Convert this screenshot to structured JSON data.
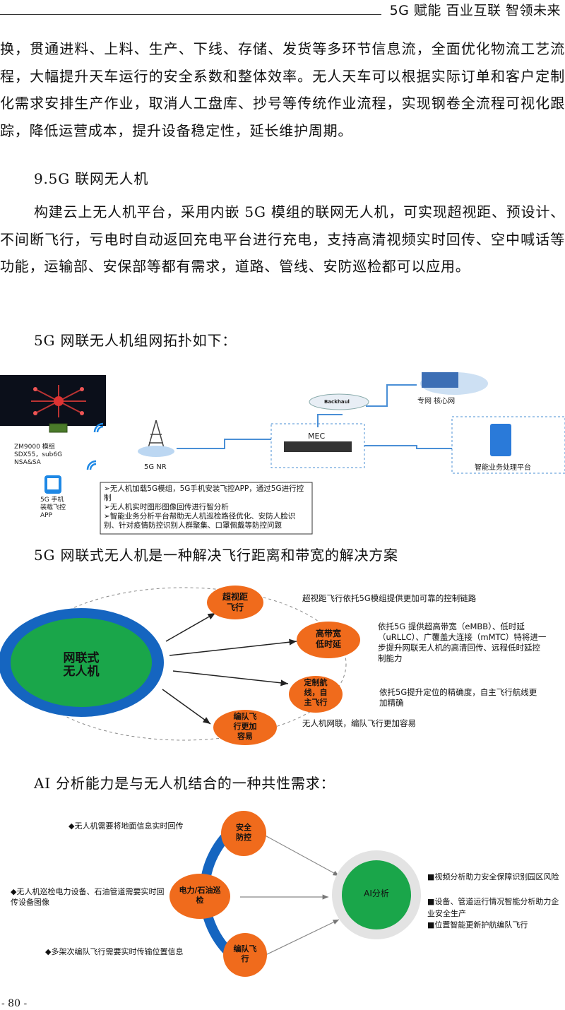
{
  "header": {
    "title": "5G 赋能 百业互联 智领未来"
  },
  "para1": "换，贯通进料、上料、生产、下线、存储、发货等多环节信息流，全面优化物流工艺流程，大幅提升天车运行的安全系数和整体效率。无人天车可以根据实际订单和客户定制化需求安排生产作业，取消人工盘库、抄号等传统作业流程，实现钢卷全流程可视化跟踪，降低运营成本，提升设备稳定性，延长维护周期。",
  "section_title": "9.5G 联网无人机",
  "para2": "构建云上无人机平台，采用内嵌 5G 模组的联网无人机，可实现超视距、预设计、不间断飞行，亏电时自动返回充电平台进行充电，支持高清视频实时回传、空中喊话等功能，运输部、安保部等都有需求，道路、管线、安防巡检都可以应用。",
  "caption1": "5G 网联无人机组网拓扑如下：",
  "topology": {
    "module_label": "ZM9000 模组\nSDX55，sub6G\nNSA&SA",
    "phone_label": "5G 手机\n装载飞控\nAPP",
    "nr_label": "5G NR",
    "backhaul": "Backhaul",
    "core_label": "专网 核心网",
    "mec_label": "MEC",
    "platform_label": "智能业务处理平台",
    "notes": [
      "➢无人机加载5G模组，5G手机安装飞控APP，通过5G进行控制",
      "➢无人机实时图形图像回传进行智分析",
      "➢智能业务分析平台帮助无人机巡检路径优化、安防人脸识别、针对疫情防控识别人群聚集、口罩佩戴等防控问题"
    ]
  },
  "caption2": "5G 网联式无人机是一种解决飞行距离和带宽的解决方案",
  "diagram1": {
    "center": "网联式\n无人机",
    "nodes": [
      {
        "label": "超视距\n飞行",
        "desc": "超视距飞行依托5G模组提供更加可靠的控制链路"
      },
      {
        "label": "高带宽\n低时延",
        "desc": "依托5G 提供超高带宽（eMBB）、低时延（uRLLC）、广覆盖大连接（mMTC）特将进一步提升网联无人机的高清回传、远程低时延控制能力"
      },
      {
        "label": "定制航\n线，自\n主飞行",
        "desc": "依托5G提升定位的精确度，自主飞行航线更加精确"
      },
      {
        "label": "编队飞\n行更加\n容易",
        "desc": "无人机网联，编队飞行更加容易"
      }
    ]
  },
  "caption3": "AI 分析能力是与无人机结合的一种共性需求：",
  "diagram2": {
    "center": "AI分析",
    "nodes": [
      {
        "label": "安全\n防控",
        "desc": "◆无人机需要将地面信息实时回传"
      },
      {
        "label": "电力/石油巡\n检",
        "desc": "◆无人机巡检电力设备、石油管道需要实时回传设备图像"
      },
      {
        "label": "编队飞\n行",
        "desc": "◆多架次编队飞行需要实时传输位置信息"
      }
    ],
    "outcomes": [
      "■视频分析助力安全保障识别园区风险",
      "■设备、管道运行情况智能分析助力企业安全生产",
      "■位置智能更新护航编队飞行"
    ]
  },
  "page_number": "- 80 -",
  "colors": {
    "orange": "#f06b1c",
    "green": "#1aa64a",
    "blue": "#1565c0",
    "link": "#4a8fd6"
  }
}
